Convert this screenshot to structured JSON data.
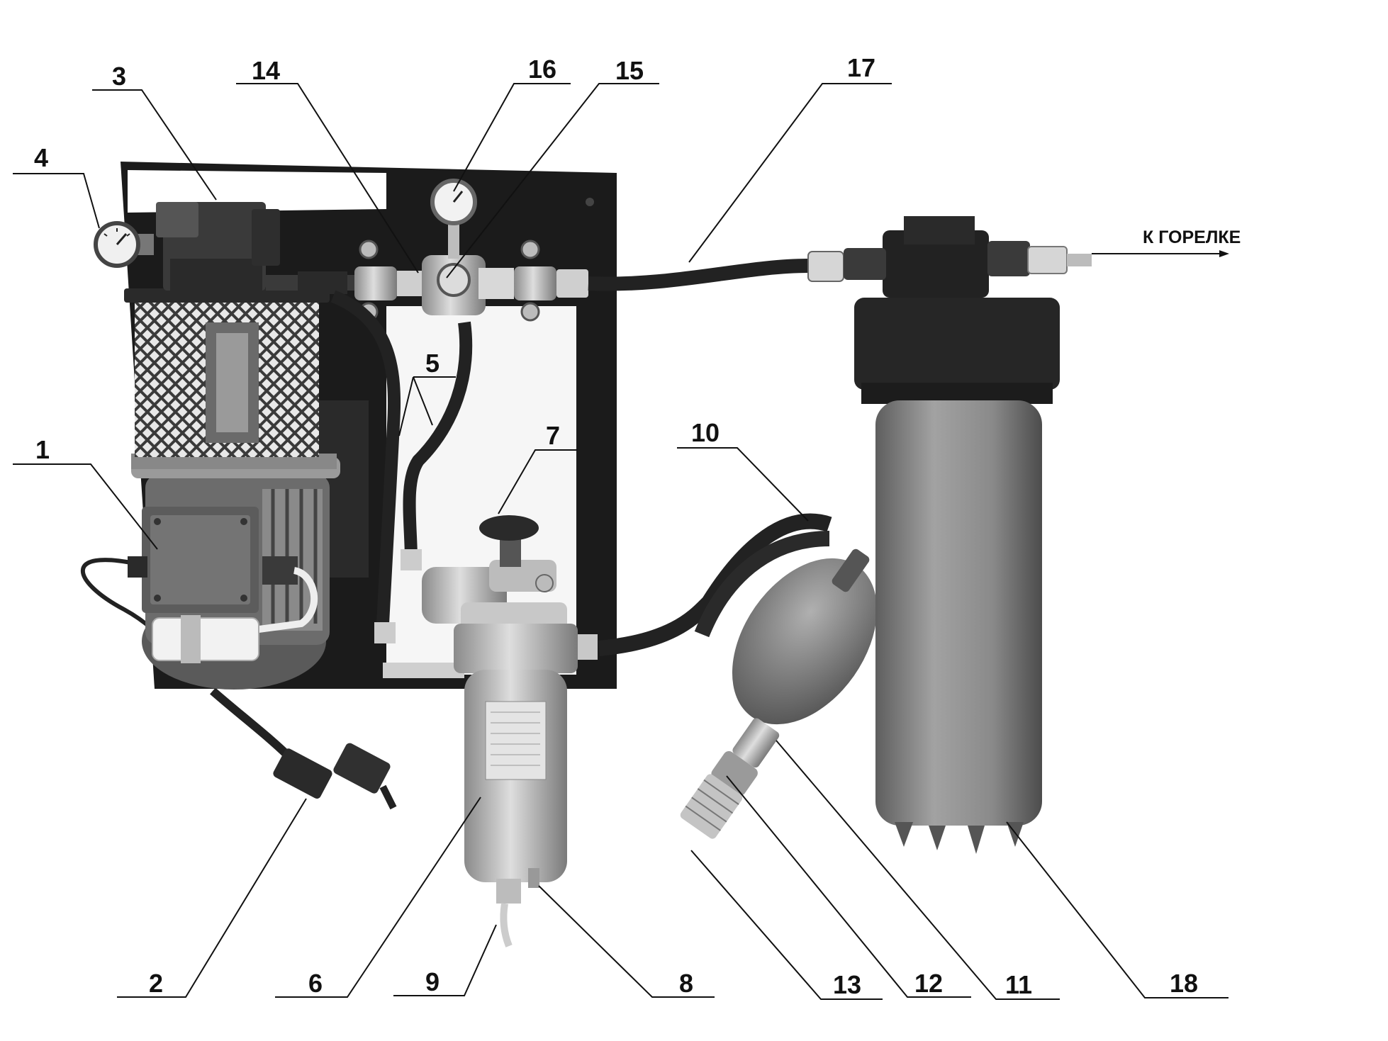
{
  "caption": "К ГОРЕЛКЕ",
  "callouts": [
    {
      "id": "1",
      "label": "1"
    },
    {
      "id": "2",
      "label": "2"
    },
    {
      "id": "3",
      "label": "3"
    },
    {
      "id": "4",
      "label": "4"
    },
    {
      "id": "5",
      "label": "5"
    },
    {
      "id": "6",
      "label": "6"
    },
    {
      "id": "7",
      "label": "7"
    },
    {
      "id": "8",
      "label": "8"
    },
    {
      "id": "9",
      "label": "9"
    },
    {
      "id": "10",
      "label": "10"
    },
    {
      "id": "11",
      "label": "11"
    },
    {
      "id": "12",
      "label": "12"
    },
    {
      "id": "13",
      "label": "13"
    },
    {
      "id": "14",
      "label": "14"
    },
    {
      "id": "15",
      "label": "15"
    },
    {
      "id": "16",
      "label": "16"
    },
    {
      "id": "17",
      "label": "17"
    },
    {
      "id": "18",
      "label": "18"
    }
  ]
}
